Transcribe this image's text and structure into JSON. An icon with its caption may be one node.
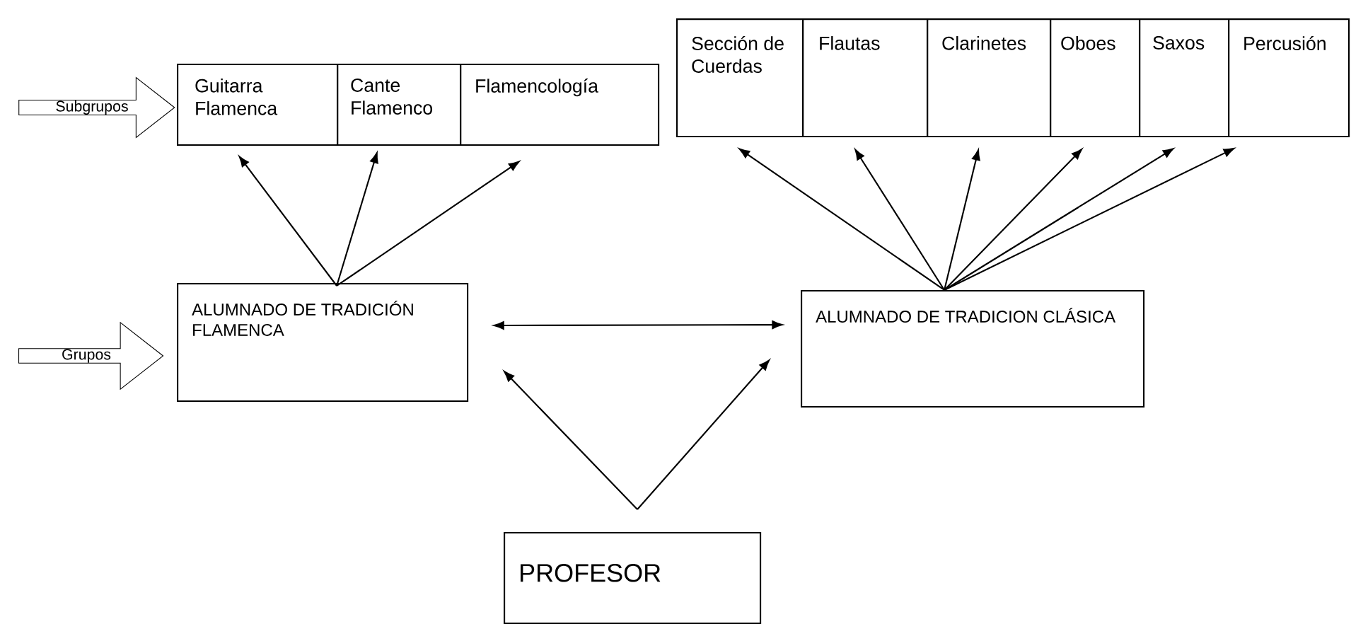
{
  "diagram": {
    "nodes": [
      {
        "text": [
          "Subgrupos"
        ]
      },
      {
        "text": [
          "Guitarra Flamenca"
        ]
      },
      {
        "text": [
          "Cante Flamenco"
        ]
      },
      {
        "text": [
          "Flamencología"
        ]
      },
      {
        "text": [
          "Sección de Cuerdas"
        ]
      },
      {
        "text": [
          "Flautas"
        ]
      },
      {
        "text": [
          "Clarinetes"
        ]
      },
      {
        "text": [
          "Oboes"
        ]
      },
      {
        "text": [
          "Saxos"
        ]
      },
      {
        "text": [
          "Percusión"
        ]
      },
      {
        "text": [
          "Grupos"
        ]
      },
      {
        "text": [
          "ALUMNADO DE TRADICIÓN FLAMENCA"
        ]
      },
      {
        "text": [
          "ALUMNADO DE TRADICION CLÁSICA"
        ]
      },
      {
        "text": [
          "PROFESOR"
        ]
      }
    ],
    "edges": [
      {
        "from": 11,
        "to": 1,
        "arrow": "to"
      },
      {
        "from": 11,
        "to": 2,
        "arrow": "to"
      },
      {
        "from": 11,
        "to": 3,
        "arrow": "to"
      },
      {
        "from": 12,
        "to": 4,
        "arrow": "to"
      },
      {
        "from": 12,
        "to": 5,
        "arrow": "to"
      },
      {
        "from": 12,
        "to": 6,
        "arrow": "to"
      },
      {
        "from": 12,
        "to": 7,
        "arrow": "to"
      },
      {
        "from": 12,
        "to": 8,
        "arrow": "to"
      },
      {
        "from": 12,
        "to": 9,
        "arrow": "to"
      },
      {
        "from": 11,
        "to": 12,
        "arrow": "both"
      },
      {
        "from": 13,
        "to": 11,
        "arrow": "to"
      },
      {
        "from": 13,
        "to": 12,
        "arrow": "to"
      }
    ]
  }
}
